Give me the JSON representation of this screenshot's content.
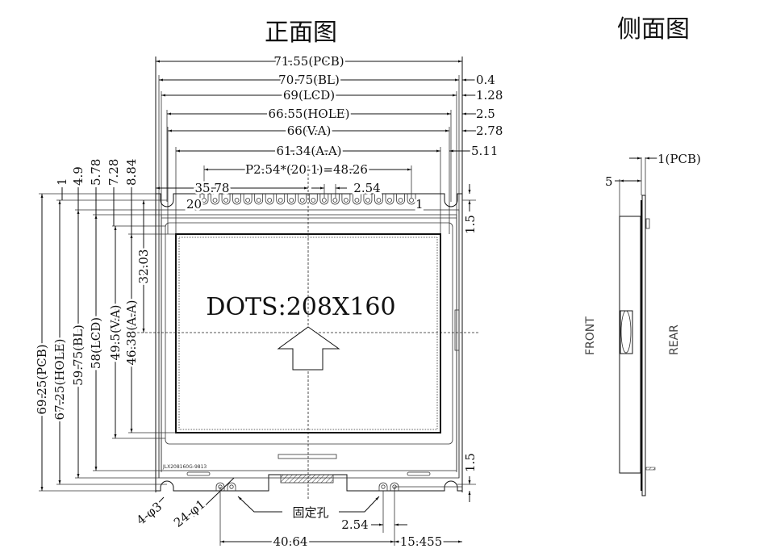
{
  "titles": {
    "front": "正面图",
    "side": "侧面图"
  },
  "center_label": "DOTS:208X160",
  "part_number": "JLX208160G-9813",
  "horizontal_dims": {
    "pcb": "71.55(PCB)",
    "bl": "70.75(BL)",
    "lcd": "69(LCD)",
    "hole": "66.55(HOLE)",
    "va": "66(V.A)",
    "aa": "61.34(A.A)",
    "pitch": "P2.54*(20-1)=48.26",
    "pin_offset": "35.78",
    "pin_pitch": "2.54"
  },
  "right_offsets": [
    "0.4",
    "1.28",
    "2.5",
    "2.78",
    "5.11"
  ],
  "top_offsets": [
    "1",
    "4.9",
    "5.78",
    "7.28",
    "8.84"
  ],
  "vertical_dims": {
    "pcb": "69.25(PCB)",
    "hole": "67.25(HOLE)",
    "bl": "59.75(BL)",
    "lcd": "58(LCD)",
    "va": "49.5(V.A)",
    "aa": "46.38(A.A)",
    "center": "32.03"
  },
  "right_vertical": {
    "top": "1.5",
    "bottom": "1.5"
  },
  "pins": {
    "first": "1",
    "last": "20"
  },
  "bottom": {
    "mount_holes": "4-φ3",
    "pin_holes": "24-φ1",
    "fix_hole": "固定孔",
    "fix_pitch": "2.54",
    "fix_span": "40.64",
    "fix_offset": "15.455"
  },
  "side_view": {
    "thickness": "5",
    "pcb": "1(PCB)",
    "front": "FRONT",
    "rear": "REAR"
  }
}
